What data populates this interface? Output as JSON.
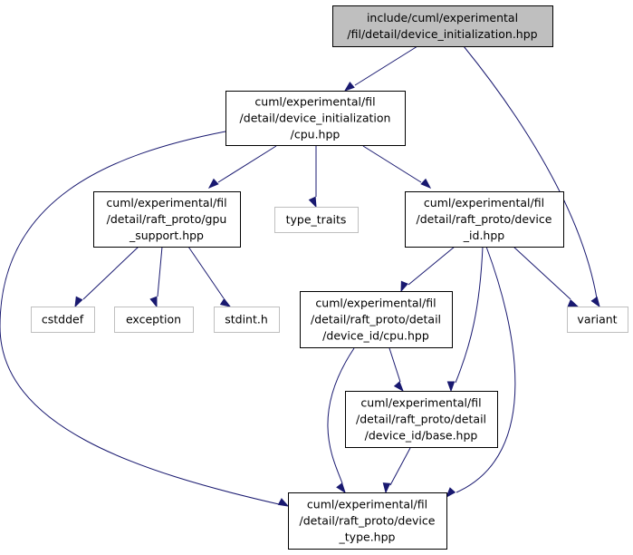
{
  "colors": {
    "root_fill": "#bfbfbf",
    "header_border": "#000000",
    "system_border": "#bfbfbf",
    "edge": "#191970"
  },
  "nodes": [
    {
      "id": "root",
      "kind": "root",
      "lines": [
        "include/cuml/experimental",
        "/fil/detail/device_initialization.hpp"
      ]
    },
    {
      "id": "cpu",
      "kind": "header",
      "lines": [
        "cuml/experimental/fil",
        "/detail/device_initialization",
        "/cpu.hpp"
      ]
    },
    {
      "id": "gpu_support",
      "kind": "header",
      "lines": [
        "cuml/experimental/fil",
        "/detail/raft_proto/gpu",
        "_support.hpp"
      ]
    },
    {
      "id": "type_traits",
      "kind": "system",
      "lines": [
        "type_traits"
      ]
    },
    {
      "id": "device_id",
      "kind": "header",
      "lines": [
        "cuml/experimental/fil",
        "/detail/raft_proto/device",
        "_id.hpp"
      ]
    },
    {
      "id": "cstddef",
      "kind": "system",
      "lines": [
        "cstddef"
      ]
    },
    {
      "id": "exception",
      "kind": "system",
      "lines": [
        "exception"
      ]
    },
    {
      "id": "stdint",
      "kind": "system",
      "lines": [
        "stdint.h"
      ]
    },
    {
      "id": "detail_cpu",
      "kind": "header",
      "lines": [
        "cuml/experimental/fil",
        "/detail/raft_proto/detail",
        "/device_id/cpu.hpp"
      ]
    },
    {
      "id": "variant",
      "kind": "system",
      "lines": [
        "variant"
      ]
    },
    {
      "id": "base",
      "kind": "header",
      "lines": [
        "cuml/experimental/fil",
        "/detail/raft_proto/detail",
        "/device_id/base.hpp"
      ]
    },
    {
      "id": "device_type",
      "kind": "header",
      "lines": [
        "cuml/experimental/fil",
        "/detail/raft_proto/device",
        "_type.hpp"
      ]
    }
  ],
  "edges": [
    [
      "root",
      "cpu"
    ],
    [
      "root",
      "variant"
    ],
    [
      "cpu",
      "gpu_support"
    ],
    [
      "cpu",
      "type_traits"
    ],
    [
      "cpu",
      "device_id"
    ],
    [
      "cpu",
      "device_type"
    ],
    [
      "gpu_support",
      "cstddef"
    ],
    [
      "gpu_support",
      "exception"
    ],
    [
      "gpu_support",
      "stdint"
    ],
    [
      "device_id",
      "detail_cpu"
    ],
    [
      "device_id",
      "base"
    ],
    [
      "device_id",
      "variant"
    ],
    [
      "device_id",
      "device_type"
    ],
    [
      "detail_cpu",
      "base"
    ],
    [
      "detail_cpu",
      "device_type"
    ],
    [
      "base",
      "device_type"
    ]
  ]
}
